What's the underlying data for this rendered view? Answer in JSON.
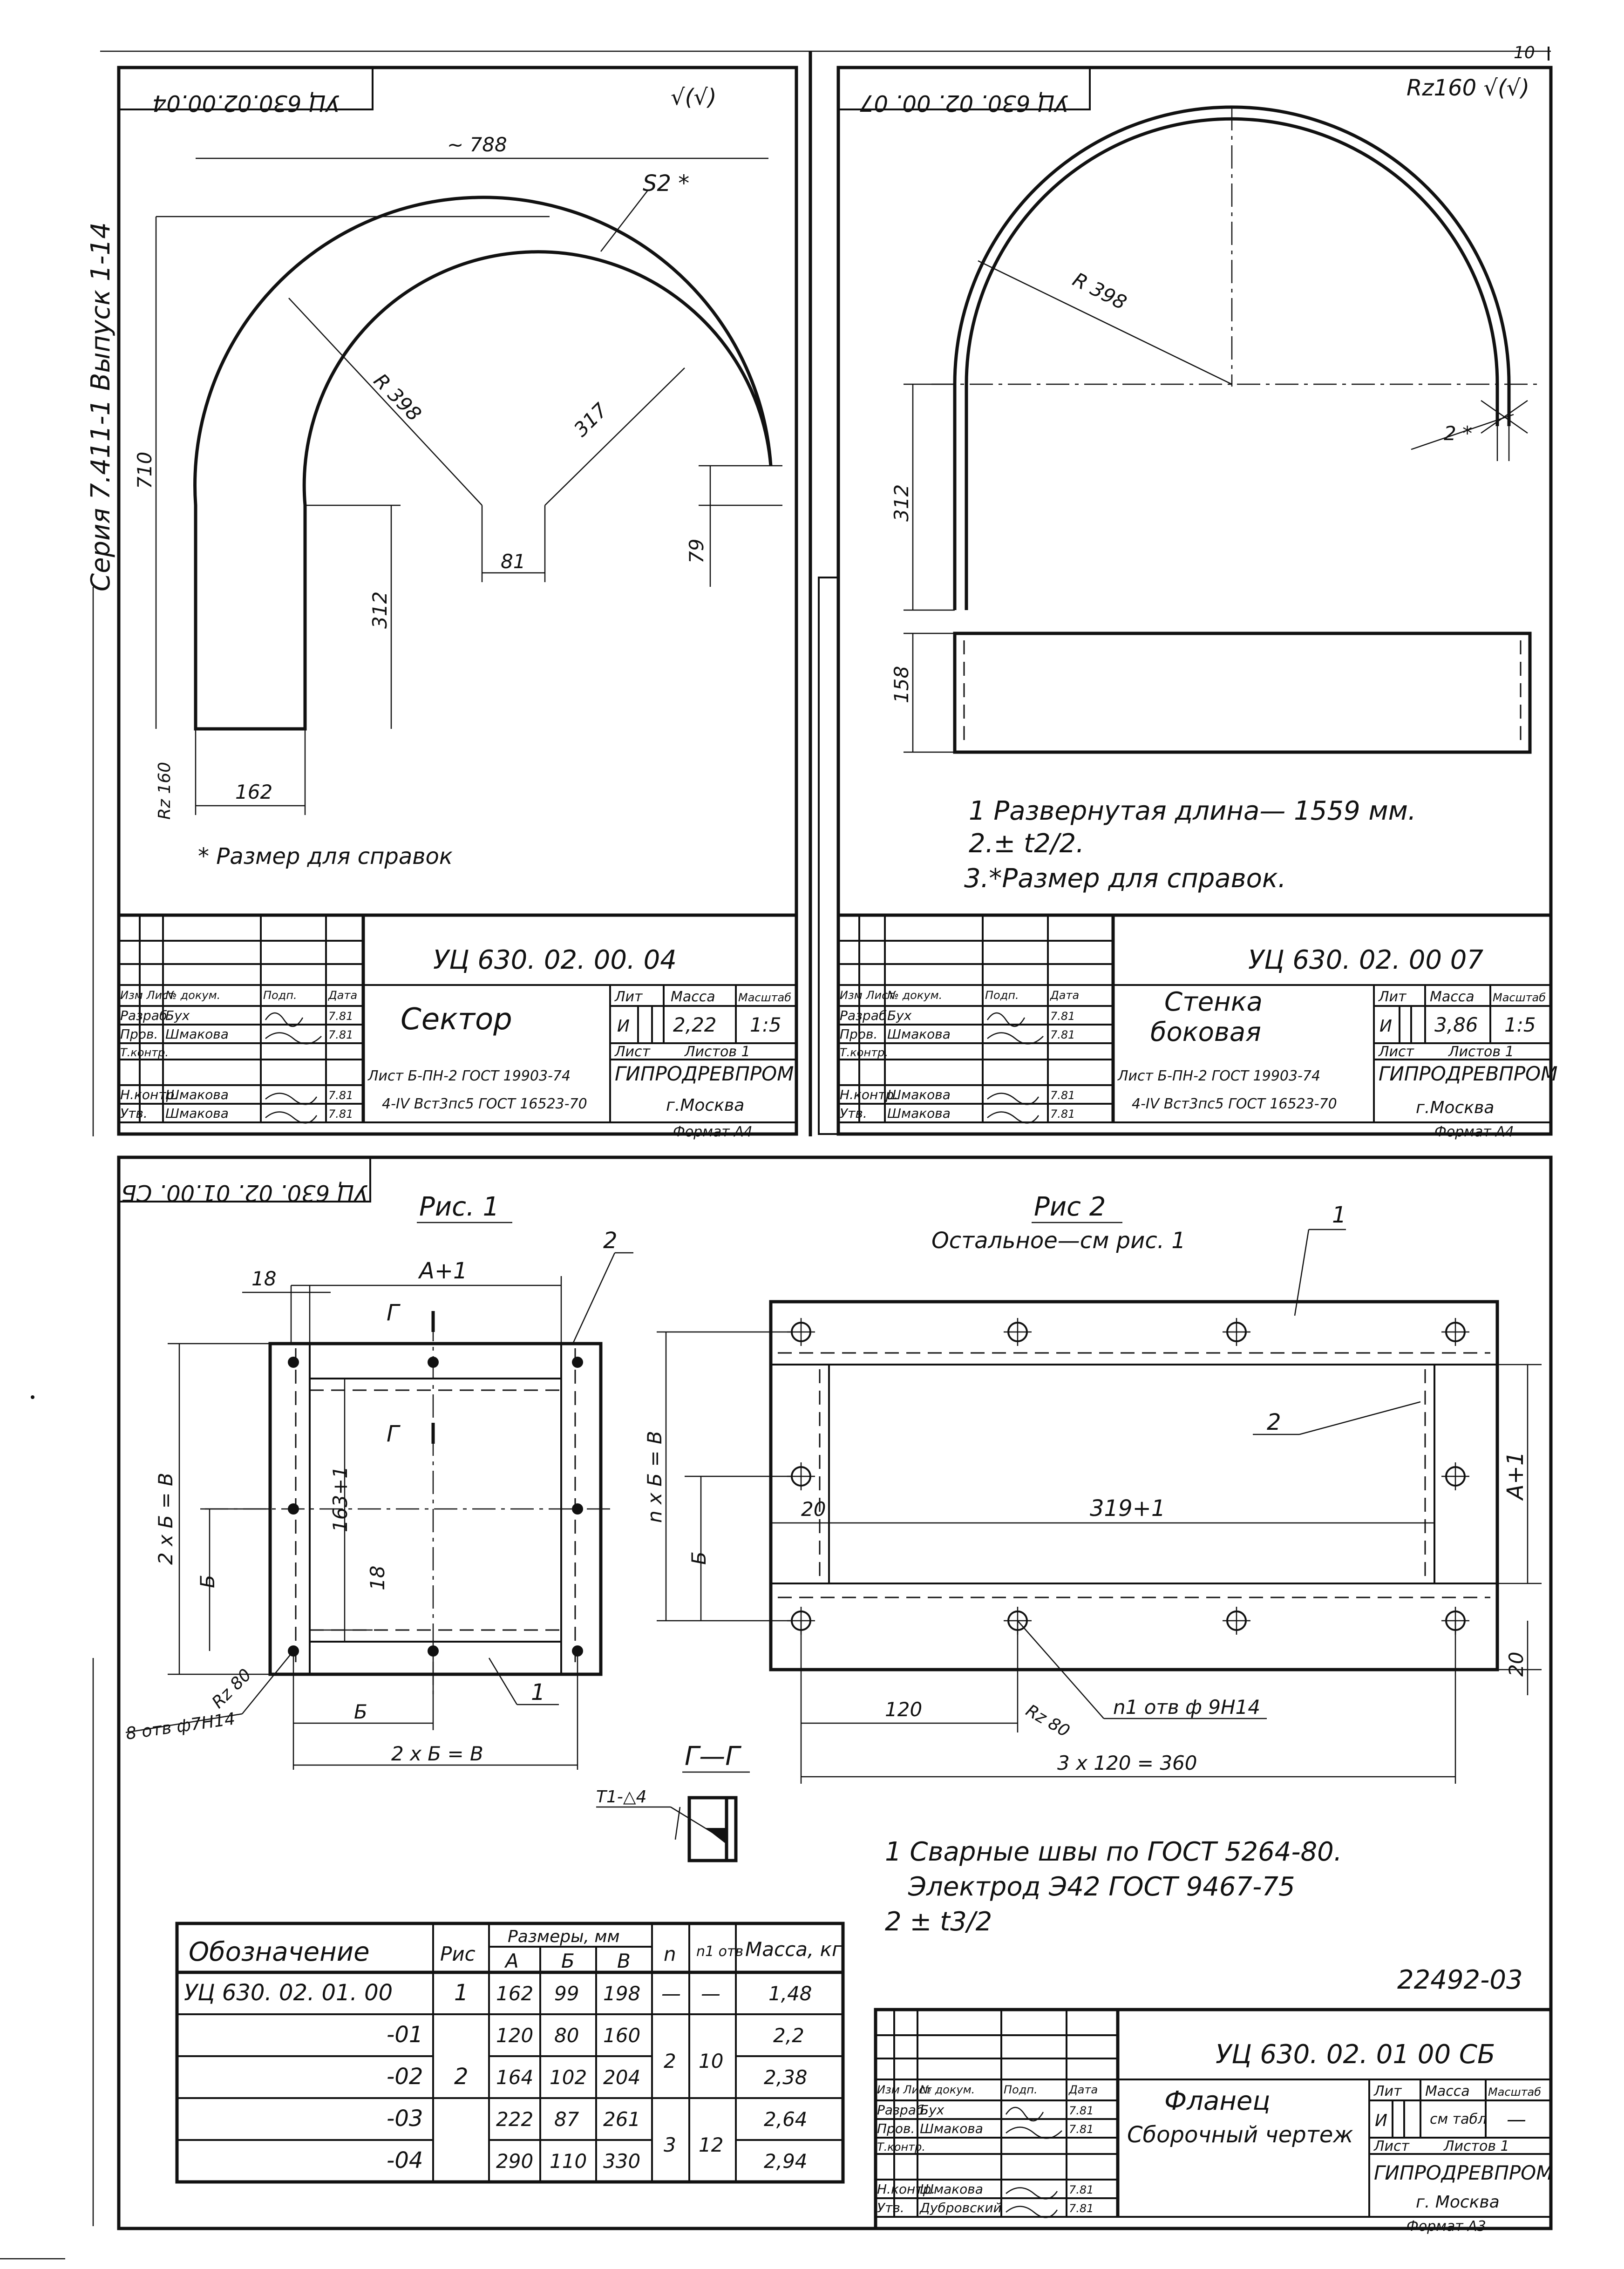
{
  "sheet_number": "10",
  "series_label": "Серия 7.411-1   Выпуск 1-14",
  "drawing_a": {
    "code_rotated": "УЦ 630.02.00.04",
    "roughness": "√(√)",
    "dims": {
      "width": "~ 788",
      "thickness": "S2 *",
      "height": "710",
      "radius": "R 398",
      "radius2": "317",
      "offset": "81",
      "offset2": "79",
      "leg": "312",
      "base": "162",
      "rz": "Rz 160"
    },
    "note": "* Размер для справок",
    "title_block": {
      "code": "УЦ 630. 02. 00. 04",
      "name": "Сектор",
      "lit": "И",
      "mass": "2,22",
      "scale": "1:5",
      "headers": [
        "Лит",
        "Масса",
        "Масштаб"
      ],
      "sheet_label": "Лист",
      "sheets_label": "Листов 1",
      "material_1": "Лист Б-ПН-2 ГОСТ 19903-74",
      "material_2": "4-IV Вст3пс5 ГОСТ 16523-70",
      "org": "ГИПРОДРЕВПРОМ",
      "city": "г.Москва",
      "format": "Формат А4",
      "rows": [
        {
          "role": "Изм Лист",
          "name": "№ докум.",
          "sign": "Подп.",
          "date": "Дата"
        },
        {
          "role": "Разраб.",
          "name": "Бух",
          "sign": "",
          "date": "7.81"
        },
        {
          "role": "Пров.",
          "name": "Шмакова",
          "sign": "",
          "date": "7.81"
        },
        {
          "role": "Т.контр.",
          "name": "",
          "sign": "",
          "date": ""
        },
        {
          "role": "Н.контр.",
          "name": "Шмакова",
          "sign": "",
          "date": "7.81"
        },
        {
          "role": "Утв.",
          "name": "Шмакова",
          "sign": "",
          "date": "7.81"
        }
      ]
    }
  },
  "drawing_b": {
    "code_rotated": "УЦ 630. 02. 00. 07",
    "roughness": "Rz160 √(√)",
    "dims": {
      "radius": "R 398",
      "thickness": "2 *",
      "leg": "312",
      "height": "158"
    },
    "notes": [
      "1 Развернутая длина— 1559 мм.",
      "2.± t2/2.",
      "3.*Размер для справок."
    ],
    "title_block": {
      "code": "УЦ 630. 02. 00 07",
      "name_1": "Стенка",
      "name_2": "боковая",
      "lit": "И",
      "mass": "3,86",
      "scale": "1:5",
      "headers": [
        "Лит",
        "Масса",
        "Масштаб"
      ],
      "sheet_label": "Лист",
      "sheets_label": "Листов 1",
      "material_1": "Лист Б-ПН-2 ГОСТ 19903-74",
      "material_2": "4-IV Вст3пс5 ГОСТ 16523-70",
      "org": "ГИПРОДРЕВПРОМ",
      "city": "г.Москва",
      "format": "Формат А4",
      "rows": [
        {
          "role": "Изм Лист",
          "name": "№ докум.",
          "sign": "Подп.",
          "date": "Дата"
        },
        {
          "role": "Разраб.",
          "name": "Бух",
          "sign": "",
          "date": "7.81"
        },
        {
          "role": "Пров.",
          "name": "Шмакова",
          "sign": "",
          "date": "7.81"
        },
        {
          "role": "Т.контр.",
          "name": "",
          "sign": "",
          "date": ""
        },
        {
          "role": "Н.контр.",
          "name": "Шмакова",
          "sign": "",
          "date": "7.81"
        },
        {
          "role": "Утв.",
          "name": "Шмакова",
          "sign": "",
          "date": "7.81"
        }
      ]
    }
  },
  "drawing_c": {
    "code_rotated": "УЦ 630. 02. 01.00. СБ",
    "fig1": {
      "title": "Рис. 1",
      "dim_a": "А+1",
      "dim_18a": "18",
      "dim_18b": "18",
      "leader_1": "1",
      "leader_2": "2",
      "section": "Г",
      "dim_2xb": "2 x Б = В",
      "dim_b": "Б",
      "dim_163": "163+1",
      "rz": "Rz 80",
      "holes": "8 отв ф7Н14"
    },
    "fig2": {
      "title": "Рис 2",
      "subtitle": "Остальное—см рис. 1",
      "leader_1": "1",
      "leader_2": "2",
      "dim_nxb": "n x Б = В",
      "dim_b": "Б",
      "dim_20a": "20",
      "dim_20b": "20",
      "dim_319": "319+1",
      "dim_a": "А+1",
      "dim_120": "120",
      "dim_360": "3 x 120 = 360",
      "rz": "Rz 80",
      "holes": "n1 отв ф 9Н14"
    },
    "section": {
      "title": "Г—Г",
      "weld": "Т1-△4"
    },
    "notes": [
      "1 Сварные швы по ГОСТ 5264-80.",
      "Электрод Э42 ГОСТ 9467-75",
      "2 ± t3/2"
    ],
    "archive_no": "22492-03",
    "table": {
      "head": [
        "Обозначение",
        "Рис",
        "Размеры, мм",
        "А",
        "Б",
        "В",
        "n",
        "n1 отв",
        "Масса, кг"
      ],
      "rows": [
        {
          "code": "УЦ 630. 02. 01. 00",
          "fig": "1",
          "a": "162",
          "b": "99",
          "v": "198",
          "n": "—",
          "n1": "—",
          "mass": "1,48"
        },
        {
          "code": "-01",
          "fig": "",
          "a": "120",
          "b": "80",
          "v": "160",
          "n": "",
          "n1": "",
          "mass": "2,2"
        },
        {
          "code": "-02",
          "fig": "2",
          "a": "164",
          "b": "102",
          "v": "204",
          "n": "2",
          "n1": "10",
          "mass": "2,38"
        },
        {
          "code": "-03",
          "fig": "",
          "a": "222",
          "b": "87",
          "v": "261",
          "n": "",
          "n1": "",
          "mass": "2,64"
        },
        {
          "code": "-04",
          "fig": "",
          "a": "290",
          "b": "110",
          "v": "330",
          "n": "3",
          "n1": "12",
          "mass": "2,94"
        }
      ]
    },
    "title_block": {
      "code": "УЦ 630. 02. 01 00 СБ",
      "name_1": "Фланец",
      "name_2": "Сборочный чертеж",
      "lit": "И",
      "mass": "см табл",
      "scale": "—",
      "headers": [
        "Лит",
        "Масса",
        "Масштаб"
      ],
      "sheet_label": "Лист",
      "sheets_label": "Листов 1",
      "org": "ГИПРОДРЕВПРОМ",
      "city": "г. Москва",
      "format": "Формат А3",
      "rows": [
        {
          "role": "Изм Лист",
          "name": "№ докум.",
          "sign": "Подп.",
          "date": "Дата"
        },
        {
          "role": "Разраб.",
          "name": "Бух",
          "sign": "",
          "date": "7.81"
        },
        {
          "role": "Пров.",
          "name": "Шмакова",
          "sign": "",
          "date": "7.81"
        },
        {
          "role": "Т.контр.",
          "name": "",
          "sign": "",
          "date": ""
        },
        {
          "role": "Н.контр.",
          "name": "Шмакова",
          "sign": "",
          "date": "7.81"
        },
        {
          "role": "Утв.",
          "name": "Дубровский",
          "sign": "",
          "date": "7.81"
        }
      ]
    }
  }
}
